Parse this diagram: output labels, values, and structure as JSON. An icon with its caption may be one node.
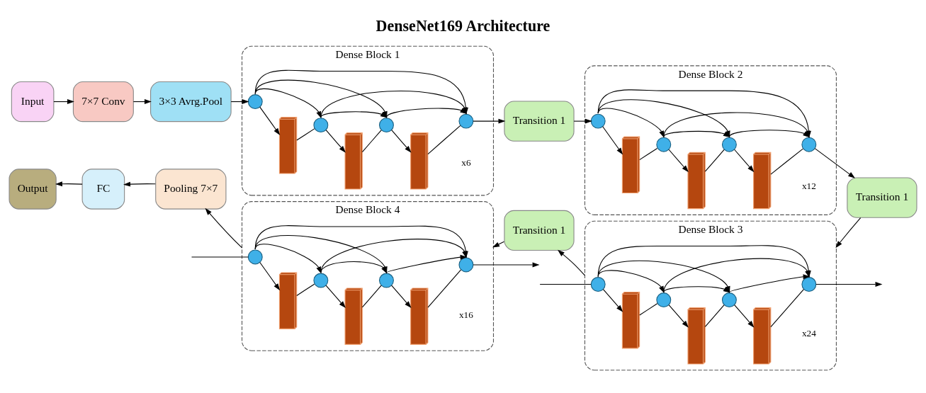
{
  "diagram": {
    "title": "DenseNet169 Architecture",
    "nodes": [
      {
        "text": [
          "Input"
        ]
      },
      {
        "text": [
          "7×7 Conv"
        ]
      },
      {
        "text": [
          "3×3 Avrg.Pool"
        ]
      },
      {
        "text": [
          "Dense Block 1",
          "x6"
        ]
      },
      {
        "text": [],
        "shape": "circle",
        "in": 3
      },
      {
        "text": [],
        "shape": "box",
        "in": 3
      },
      {
        "text": [],
        "shape": "circle",
        "in": 3
      },
      {
        "text": [],
        "shape": "box",
        "in": 3
      },
      {
        "text": [],
        "shape": "circle",
        "in": 3
      },
      {
        "text": [],
        "shape": "box",
        "in": 3
      },
      {
        "text": [],
        "shape": "circle",
        "in": 3
      },
      {
        "text": [
          "Transition 1"
        ]
      },
      {
        "text": [
          "Dense Block 2",
          "x12"
        ]
      },
      {
        "text": [],
        "shape": "circle",
        "in": 12
      },
      {
        "text": [],
        "shape": "box",
        "in": 12
      },
      {
        "text": [],
        "shape": "circle",
        "in": 12
      },
      {
        "text": [],
        "shape": "box",
        "in": 12
      },
      {
        "text": [],
        "shape": "circle",
        "in": 12
      },
      {
        "text": [],
        "shape": "box",
        "in": 12
      },
      {
        "text": [],
        "shape": "circle",
        "in": 12
      },
      {
        "text": [
          "Transition 1"
        ]
      },
      {
        "text": [
          "Output"
        ]
      },
      {
        "text": [
          "FC"
        ]
      },
      {
        "text": [
          "Pooling 7×7"
        ]
      },
      {
        "text": [
          "Dense Block 4",
          "x16"
        ]
      },
      {
        "text": [],
        "shape": "circle",
        "in": 24
      },
      {
        "text": [],
        "shape": "box",
        "in": 24
      },
      {
        "text": [],
        "shape": "circle",
        "in": 24
      },
      {
        "text": [],
        "shape": "box",
        "in": 24
      },
      {
        "text": [],
        "shape": "circle",
        "in": 24
      },
      {
        "text": [],
        "shape": "box",
        "in": 24
      },
      {
        "text": [],
        "shape": "circle",
        "in": 24
      },
      {
        "text": [
          "Transition 1"
        ]
      },
      {
        "text": [
          "Dense Block 3",
          "x24"
        ]
      },
      {
        "text": [],
        "shape": "circle",
        "in": 33
      },
      {
        "text": [],
        "shape": "box",
        "in": 33
      },
      {
        "text": [],
        "shape": "circle",
        "in": 33
      },
      {
        "text": [],
        "shape": "box",
        "in": 33
      },
      {
        "text": [],
        "shape": "circle",
        "in": 33
      },
      {
        "text": [],
        "shape": "box",
        "in": 33
      },
      {
        "text": [],
        "shape": "circle",
        "in": 33
      }
    ],
    "edges": [
      {
        "from": 0,
        "to": 1,
        "arrow": "to"
      },
      {
        "from": 1,
        "to": 2,
        "arrow": "to"
      },
      {
        "from": 2,
        "to": 4,
        "arrow": "to"
      },
      {
        "from": 4,
        "to": 5,
        "arrow": "to"
      },
      {
        "from": 5,
        "to": 6,
        "arrow": "none"
      },
      {
        "from": 6,
        "to": 7,
        "arrow": "to"
      },
      {
        "from": 7,
        "to": 8,
        "arrow": "none"
      },
      {
        "from": 8,
        "to": 9,
        "arrow": "to"
      },
      {
        "from": 9,
        "to": 10,
        "arrow": "none"
      },
      {
        "from": 4,
        "to": 6,
        "arrow": "to"
      },
      {
        "from": 4,
        "to": 8,
        "arrow": "to"
      },
      {
        "from": 4,
        "to": 10,
        "arrow": "to"
      },
      {
        "from": 6,
        "to": 8,
        "arrow": "to"
      },
      {
        "from": 6,
        "to": 10,
        "arrow": "to"
      },
      {
        "from": 8,
        "to": 10,
        "arrow": "to"
      },
      {
        "from": 10,
        "to": 11,
        "arrow": "to"
      },
      {
        "from": 11,
        "to": 13,
        "arrow": "to"
      },
      {
        "from": 13,
        "to": 14,
        "arrow": "to"
      },
      {
        "from": 14,
        "to": 15,
        "arrow": "none"
      },
      {
        "from": 15,
        "to": 16,
        "arrow": "to"
      },
      {
        "from": 16,
        "to": 17,
        "arrow": "none"
      },
      {
        "from": 17,
        "to": 18,
        "arrow": "to"
      },
      {
        "from": 18,
        "to": 19,
        "arrow": "none"
      },
      {
        "from": 13,
        "to": 15,
        "arrow": "to"
      },
      {
        "from": 13,
        "to": 17,
        "arrow": "to"
      },
      {
        "from": 13,
        "to": 19,
        "arrow": "to"
      },
      {
        "from": 15,
        "to": 17,
        "arrow": "to"
      },
      {
        "from": 15,
        "to": 19,
        "arrow": "to"
      },
      {
        "from": 17,
        "to": 19,
        "arrow": "to"
      },
      {
        "from": 19,
        "to": 20,
        "arrow": "to"
      },
      {
        "from": 20,
        "to": 33,
        "arrow": "to"
      },
      {
        "from": 34,
        "to": 35,
        "arrow": "to"
      },
      {
        "from": 35,
        "to": 36,
        "arrow": "none"
      },
      {
        "from": 36,
        "to": 37,
        "arrow": "to"
      },
      {
        "from": 37,
        "to": 38,
        "arrow": "none"
      },
      {
        "from": 38,
        "to": 39,
        "arrow": "to"
      },
      {
        "from": 39,
        "to": 40,
        "arrow": "none"
      },
      {
        "from": 34,
        "to": 36,
        "arrow": "to"
      },
      {
        "from": 34,
        "to": 38,
        "arrow": "to"
      },
      {
        "from": 34,
        "to": 40,
        "arrow": "to"
      },
      {
        "from": 36,
        "to": 38,
        "arrow": "to"
      },
      {
        "from": 36,
        "to": 40,
        "arrow": "to"
      },
      {
        "from": 38,
        "to": 40,
        "arrow": "to"
      },
      {
        "from": null,
        "to": 34,
        "arrow": "none"
      },
      {
        "from": 40,
        "to": null,
        "arrow": "to"
      },
      {
        "from": 33,
        "to": 32,
        "arrow": "to"
      },
      {
        "from": 32,
        "to": 24,
        "arrow": "to"
      },
      {
        "from": 25,
        "to": 26,
        "arrow": "to"
      },
      {
        "from": 26,
        "to": 27,
        "arrow": "none"
      },
      {
        "from": 27,
        "to": 28,
        "arrow": "to"
      },
      {
        "from": 28,
        "to": 29,
        "arrow": "none"
      },
      {
        "from": 29,
        "to": 30,
        "arrow": "to"
      },
      {
        "from": 30,
        "to": 31,
        "arrow": "none"
      },
      {
        "from": 25,
        "to": 27,
        "arrow": "to"
      },
      {
        "from": 25,
        "to": 29,
        "arrow": "to"
      },
      {
        "from": 25,
        "to": 31,
        "arrow": "to"
      },
      {
        "from": 27,
        "to": 29,
        "arrow": "to"
      },
      {
        "from": 27,
        "to": 31,
        "arrow": "to"
      },
      {
        "from": 29,
        "to": 31,
        "arrow": "to"
      },
      {
        "from": null,
        "to": 25,
        "arrow": "none"
      },
      {
        "from": 31,
        "to": null,
        "arrow": "to"
      },
      {
        "from": 24,
        "to": 23,
        "arrow": "to"
      },
      {
        "from": 23,
        "to": 22,
        "arrow": "to"
      },
      {
        "from": 22,
        "to": 21,
        "arrow": "to"
      }
    ]
  }
}
